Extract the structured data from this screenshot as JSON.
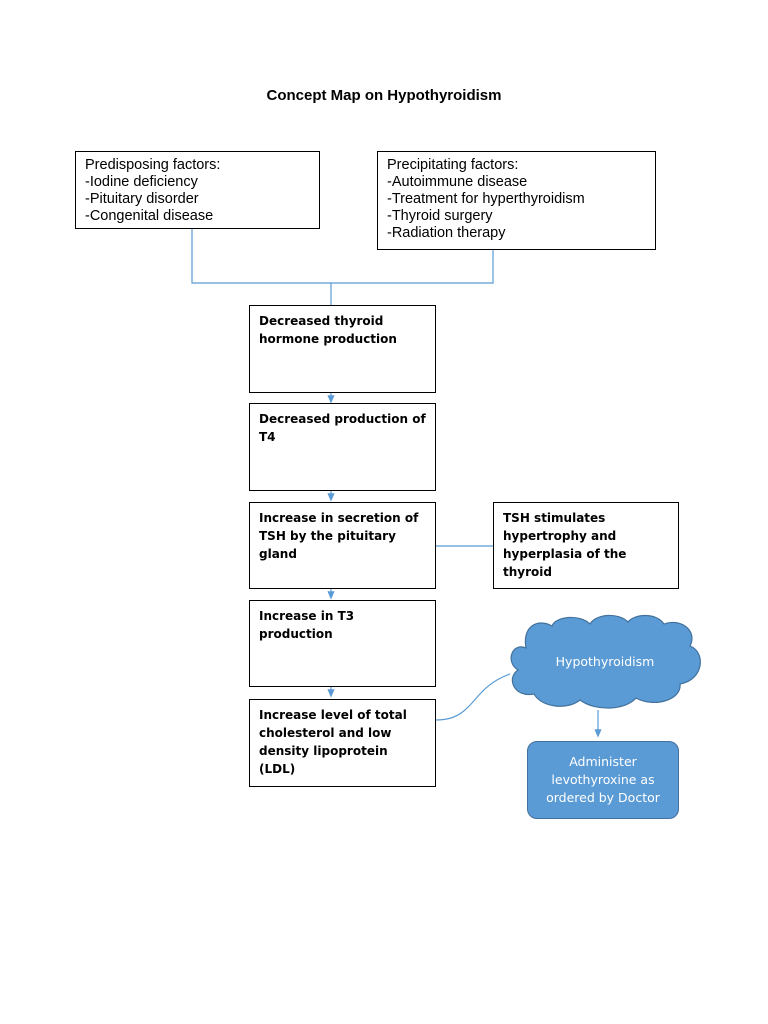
{
  "title": "Concept Map on Hypothyroidism",
  "predisposing": {
    "heading": "Predisposing factors:",
    "items": [
      "-Iodine deficiency",
      "-Pituitary disorder",
      "-Congenital disease"
    ]
  },
  "precipitating": {
    "heading": "Precipitating factors:",
    "items": [
      "-Autoimmune disease",
      "-Treatment for hyperthyroidism",
      "-Thyroid surgery",
      "-Radiation therapy"
    ]
  },
  "steps": [
    "Decreased thyroid hormone production",
    "Decreased production of T4",
    "Increase in secretion of TSH by the pituitary gland",
    "Increase in T3 production",
    "Increase level of total cholesterol and low density lipoprotein (LDL)"
  ],
  "side_note": "TSH stimulates hypertrophy and hyperplasia of the thyroid",
  "cloud_label": "Hypothyroidism",
  "action": "Administer levothyroxine as ordered by Doctor",
  "colors": {
    "connector": "#5b9bd5",
    "cloud_fill": "#5b9bd5",
    "cloud_stroke": "#41719c"
  }
}
